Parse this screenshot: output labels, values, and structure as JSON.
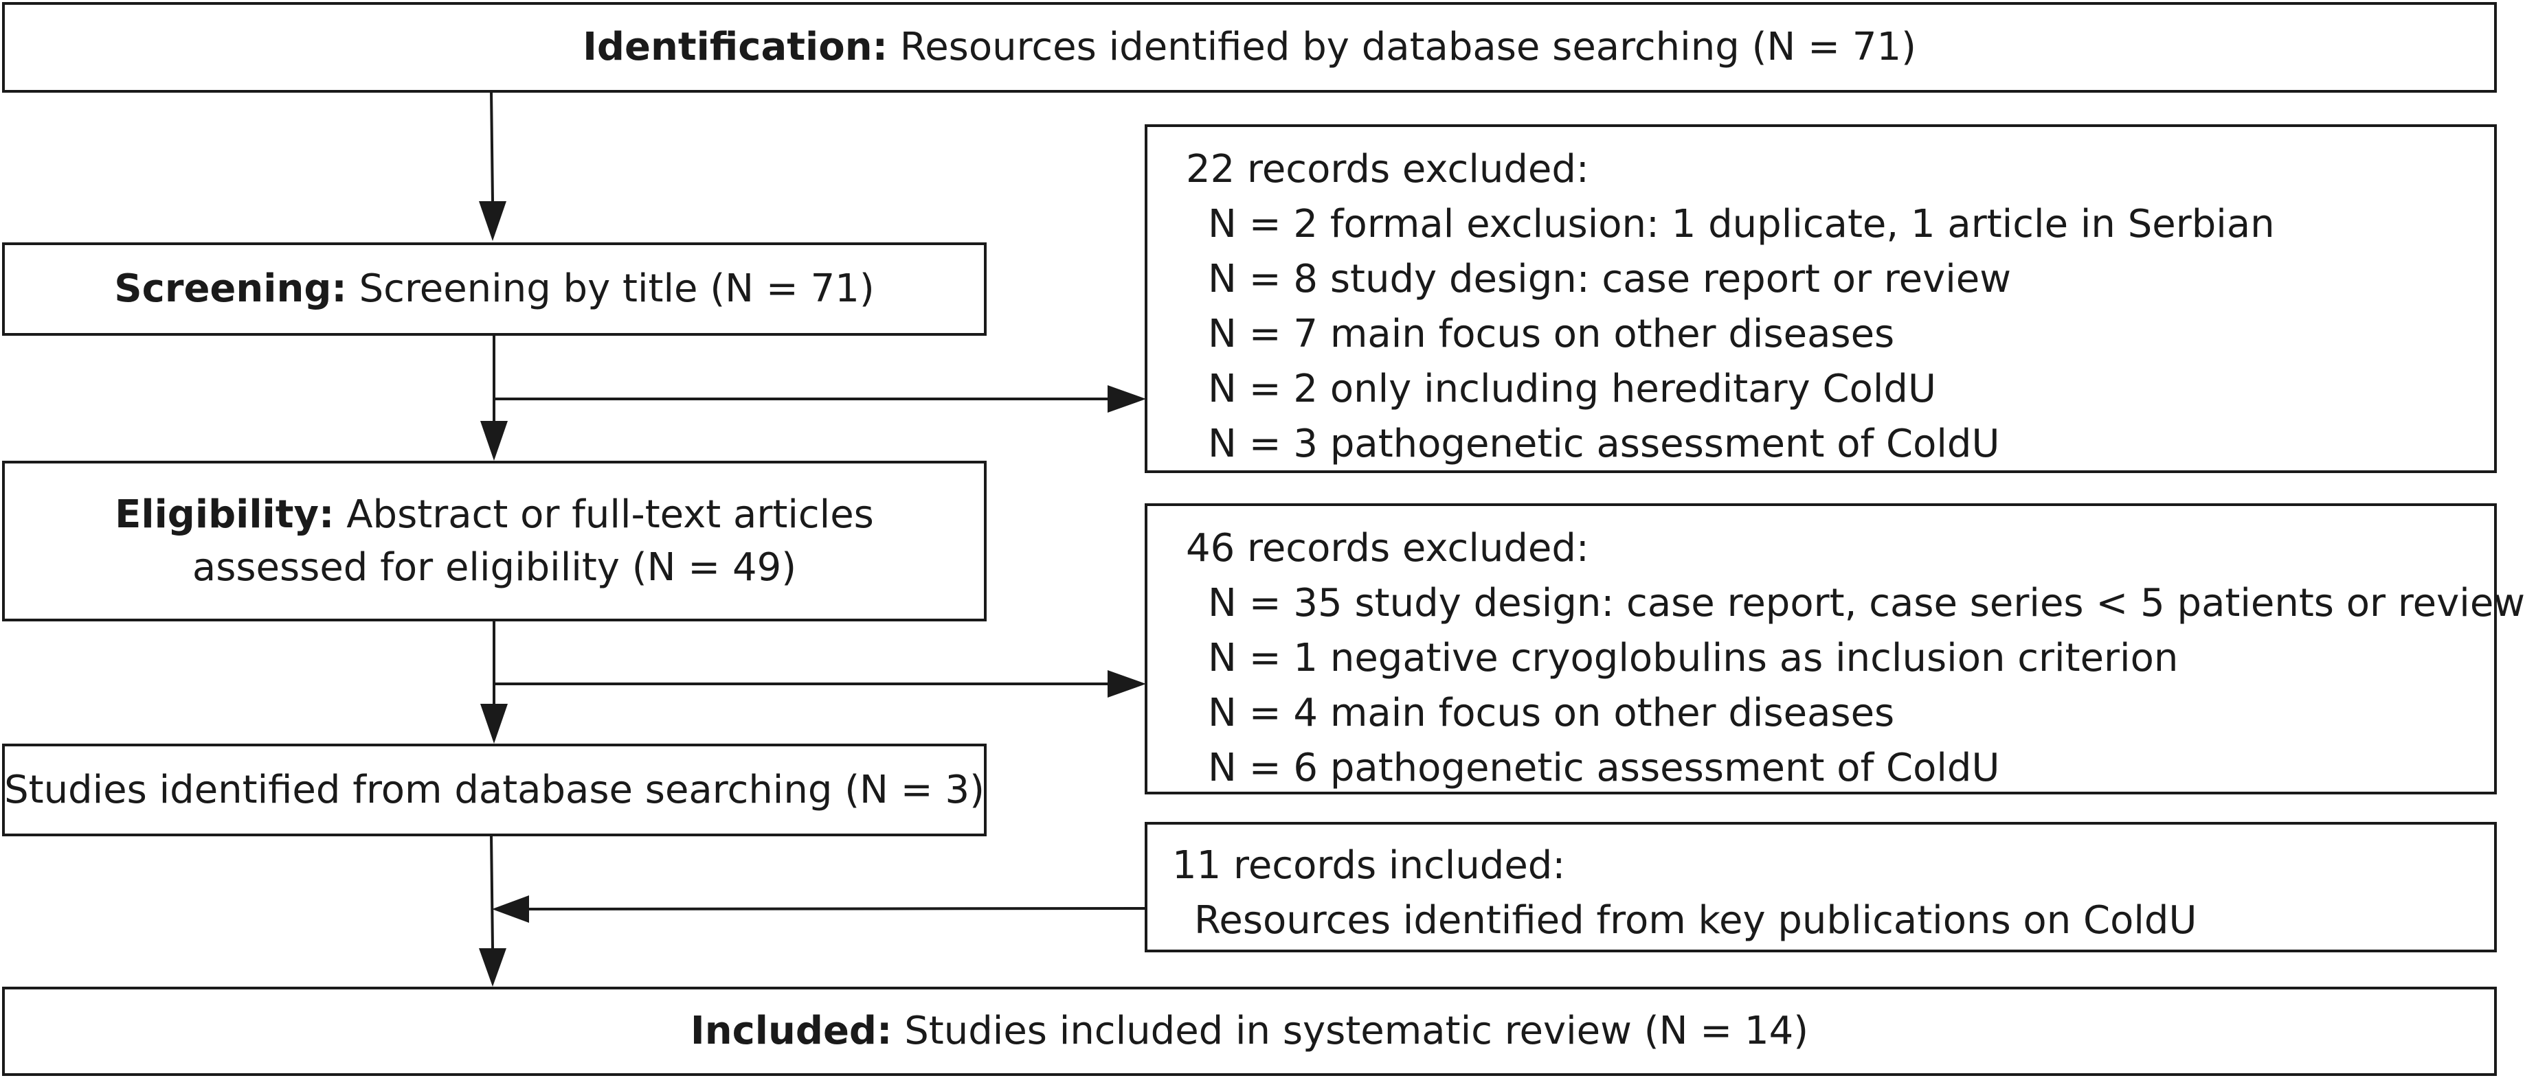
{
  "identification": {
    "label": "Identification:",
    "text": " Resources identified by database searching (N = 71)"
  },
  "screening": {
    "label": "Screening:",
    "text": " Screening by title (N = 71)"
  },
  "eligibility": {
    "label": "Eligibility:",
    "text": " Abstract or full-text articles assessed for eligibility (N = 49)"
  },
  "studies_identified": {
    "text": "Studies identified from database searching (N = 3)"
  },
  "included": {
    "label": "Included:",
    "text": " Studies included in systematic review (N = 14)"
  },
  "excluded_first": {
    "title": "22 records excluded:",
    "items": [
      "N = 2 formal exclusion: 1 duplicate, 1 article in Serbian",
      "N = 8 study design: case report or review",
      "N = 7 main focus on other diseases",
      "N = 2 only including hereditary ColdU",
      "N = 3 pathogenetic assessment of ColdU"
    ]
  },
  "excluded_second": {
    "title": "46 records excluded:",
    "items": [
      "N = 35 study design: case report, case series < 5 patients or review",
      "N = 1 negative cryoglobulins as inclusion criterion",
      "N = 4 main focus on other diseases",
      "N = 6 pathogenetic assessment of ColdU"
    ]
  },
  "included_extra": {
    "title": "11 records included:",
    "items": [
      "Resources identified from key publications on ColdU"
    ]
  }
}
